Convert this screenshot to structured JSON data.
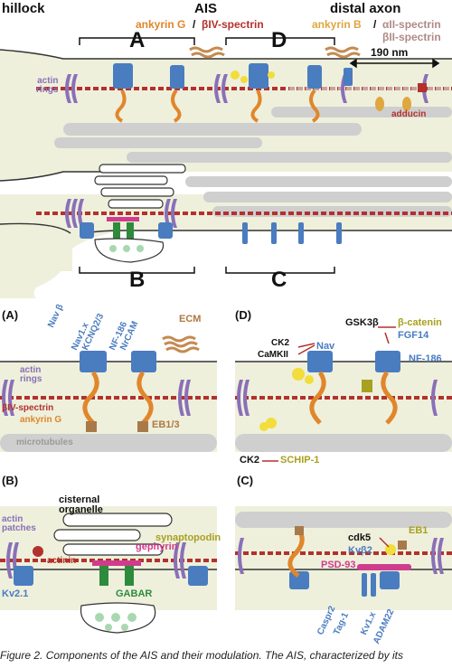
{
  "top": {
    "hillock": "hillock",
    "ais": "AIS",
    "distal_axon": "distal axon",
    "ankyrin_g": "ankyrin G",
    "slash": "/",
    "biv_spectrin": "βIV-spectrin",
    "ankyrin_b": "ankyrin B",
    "slash2": "/",
    "aii_spectrin": "αII-spectrin",
    "bii_spectrin": "βII-spectrin",
    "spacing": "190 nm",
    "actin_rings": "actin\nrings",
    "adducin": "adducin",
    "region_a": "A",
    "region_b": "B",
    "region_c": "C",
    "region_d": "D"
  },
  "panel_a": {
    "tag": "(A)",
    "nav_b": "Nav β",
    "nav1x": "Nav1.x",
    "kcnq": "KCNQ2/3",
    "nf186": "NF-186",
    "nrcam": "NrCAM",
    "ecm": "ECM",
    "actin_rings": "actin\nrings",
    "biv_spectrin": "βIV-spectrin",
    "ankyrin_g": "ankyrin G",
    "eb13": "EB1/3",
    "microtubules": "microtubules"
  },
  "panel_d": {
    "tag": "(D)",
    "ck2": "CK2",
    "camkii": "CaMKII",
    "nav": "Nav",
    "gsk3b": "GSK3β",
    "bcatenin": "β-catenin",
    "fgf14": "FGF14",
    "nf186": "NF-186",
    "ck2_bottom": "CK2",
    "schip1": "SCHIP-1"
  },
  "panel_b": {
    "tag": "(B)",
    "cisternal": "cisternal\norganelle",
    "synaptopodin": "synaptopodin",
    "actin_patches": "actin\npatches",
    "actinin": "actinin",
    "gephyrin": "gephyrin",
    "gabar": "GABAR",
    "kv21": "Kv2.1"
  },
  "panel_c": {
    "tag": "(C)",
    "cdk5": "cdk5",
    "kvb2": "Kvβ2",
    "eb1": "EB1",
    "psd93": "PSD-93",
    "caspr2": "Caspr2",
    "tag1": "Tag-1",
    "kv1x": "Kv1.x",
    "adam22": "ADAM22"
  },
  "caption": "Figure 2. Components of the AIS and their modulation. The AIS, characterized by its",
  "colors": {
    "membrane_fill": "#eef0dc",
    "membrane_line": "#333333",
    "spectrin_red": "#b3312c",
    "spectrin_pink": "#c9a39e",
    "microtubule": "#c8c8c8",
    "channel_blue": "#4a7cc0",
    "ankyrin_orange": "#e0862b",
    "actin_purple": "#8a6fb8",
    "eb_brown": "#a87a4a",
    "yellow": "#f2dd3a",
    "magenta": "#d03c8c",
    "green": "#2e8b3c"
  }
}
